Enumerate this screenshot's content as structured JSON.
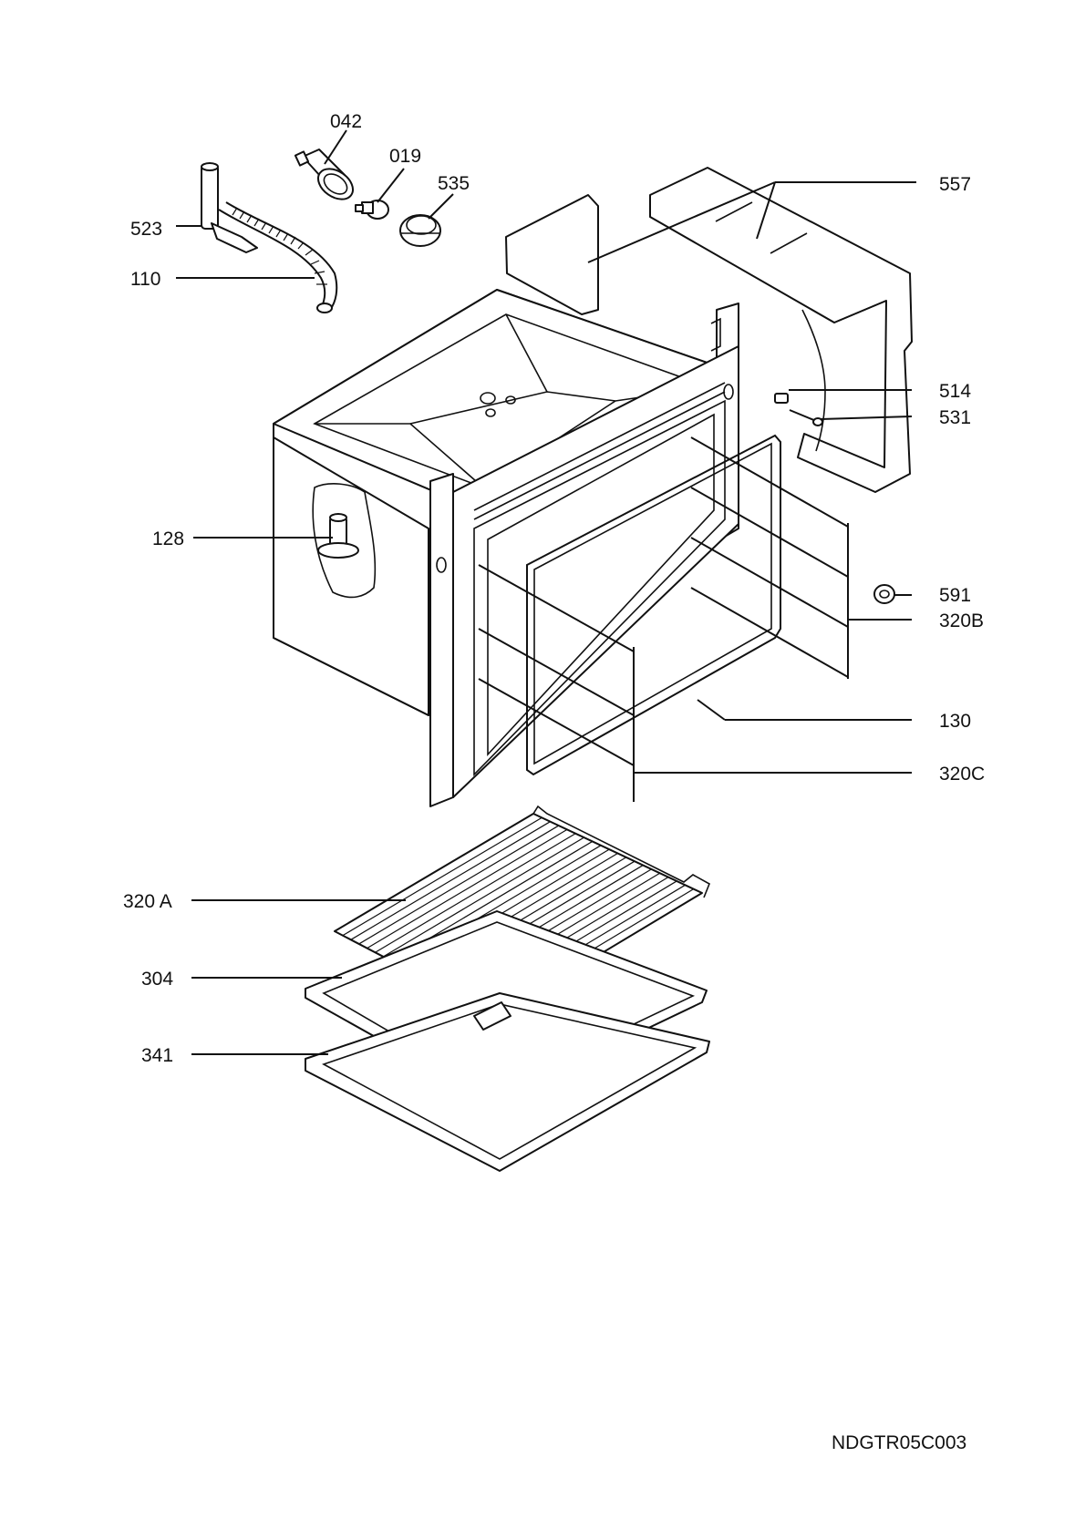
{
  "diagram": {
    "drawing_code": "NDGTR05C003",
    "labels": {
      "p042": "042",
      "p019": "019",
      "p535": "535",
      "p523": "523",
      "p110": "110",
      "p557": "557",
      "p514": "514",
      "p531": "531",
      "p128": "128",
      "p591": "591",
      "p320B": "320B",
      "p130": "130",
      "p320C": "320C",
      "p320A": "320 A",
      "p304": "304",
      "p341": "341"
    }
  }
}
